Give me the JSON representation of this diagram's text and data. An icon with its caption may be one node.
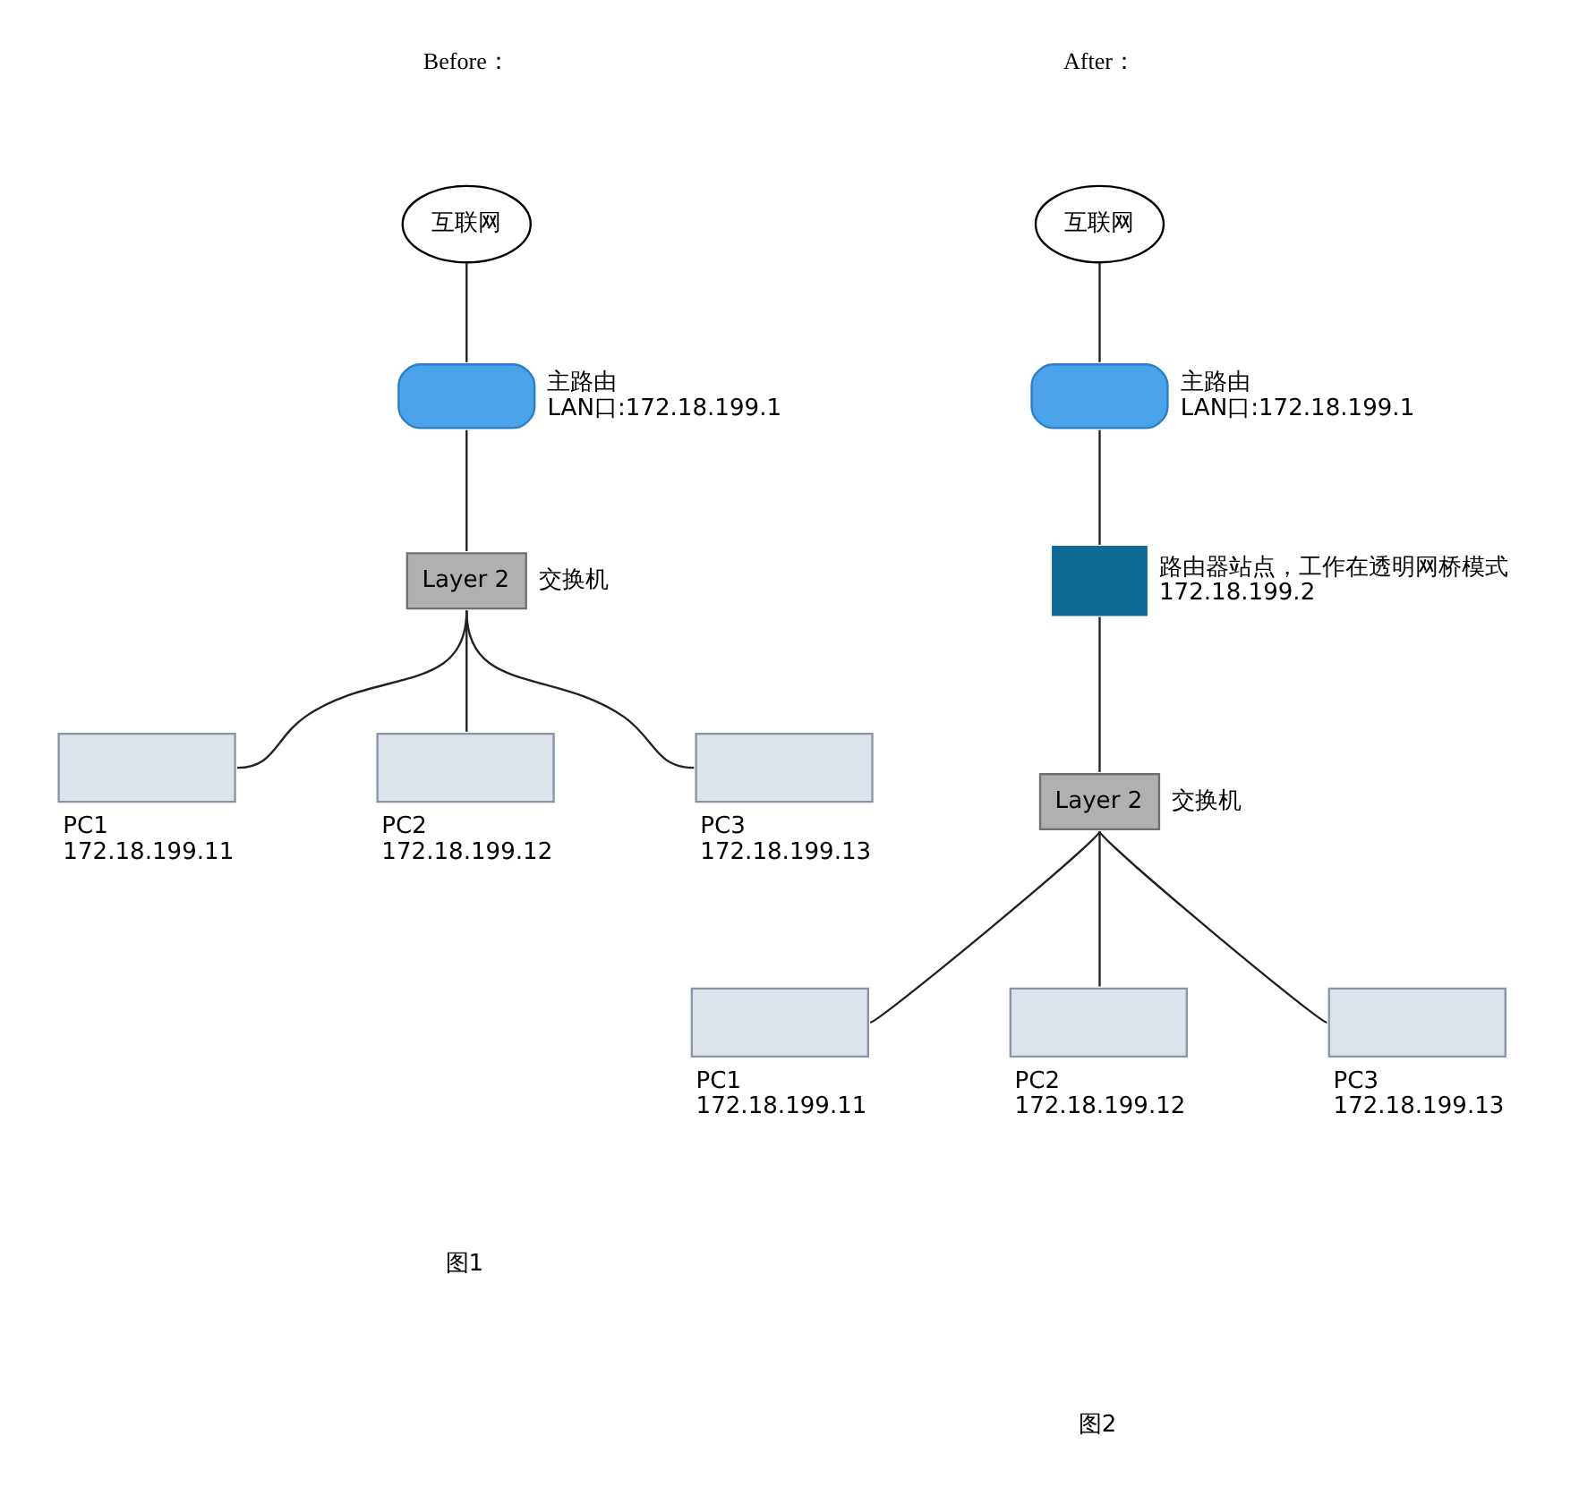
{
  "diagram": {
    "nodes": [
      {
        "text": [
          "互联网"
        ]
      },
      {
        "text": [],
        "shape": "cylinder",
        "beside": [
          "主路由",
          "LAN口:172.18.199.1"
        ]
      },
      {
        "text": [
          "Layer 2"
        ],
        "beside": [
          "交换机"
        ]
      },
      {
        "text": [],
        "shape": "box",
        "beside": [
          "PC1",
          "172.18.199.11"
        ]
      },
      {
        "text": [],
        "shape": "box",
        "beside": [
          "PC2",
          "172.18.199.12"
        ]
      },
      {
        "text": [],
        "shape": "box",
        "beside": [
          "PC3",
          "172.18.199.13"
        ]
      },
      {
        "text": [
          "互联网"
        ]
      },
      {
        "text": [],
        "shape": "cylinder",
        "beside": [
          "主路由",
          "LAN口:172.18.199.1"
        ]
      },
      {
        "text": [],
        "shape": "box",
        "beside": [
          "路由器站点，工作在透明网桥模式",
          "172.18.199.2"
        ]
      },
      {
        "text": [
          "Layer 2"
        ],
        "beside": [
          "交换机"
        ]
      },
      {
        "text": [],
        "shape": "box",
        "beside": [
          "PC1",
          "172.18.199.11"
        ]
      },
      {
        "text": [],
        "shape": "box",
        "beside": [
          "PC2",
          "172.18.199.12"
        ]
      },
      {
        "text": [],
        "shape": "box",
        "beside": [
          "PC3",
          "172.18.199.13"
        ]
      }
    ],
    "edges": [
      {
        "from": 0,
        "to": 1,
        "arrow": "none"
      },
      {
        "from": 1,
        "to": 2,
        "arrow": "none"
      },
      {
        "from": 2,
        "to": 3,
        "arrow": "none"
      },
      {
        "from": 2,
        "to": 4,
        "arrow": "none"
      },
      {
        "from": 2,
        "to": 5,
        "arrow": "none"
      },
      {
        "from": 6,
        "to": 7,
        "arrow": "none"
      },
      {
        "from": 7,
        "to": 8,
        "arrow": "none"
      },
      {
        "from": 8,
        "to": 9,
        "arrow": "none"
      },
      {
        "from": 9,
        "to": 10,
        "arrow": "none"
      },
      {
        "from": 9,
        "to": 11,
        "arrow": "none"
      },
      {
        "from": 9,
        "to": 12,
        "arrow": "none"
      }
    ],
    "labels": [
      "Before：",
      "After：",
      "图1",
      "图2"
    ]
  }
}
